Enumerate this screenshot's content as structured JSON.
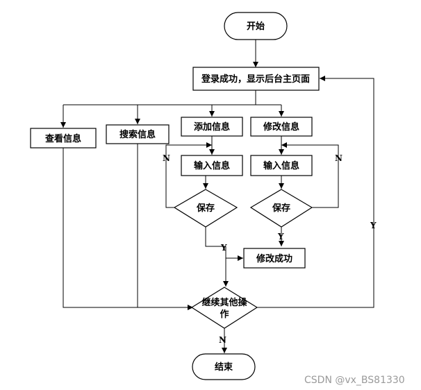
{
  "diagram": {
    "nodes": {
      "start": "开始",
      "login": "登录成功，显示后台主页面",
      "view": "查看信息",
      "search": "搜索信息",
      "add": "添加信息",
      "modify": "修改信息",
      "input_add": "输入信息",
      "input_modify": "输入信息",
      "save_add": "保存",
      "save_modify": "保存",
      "modify_success": "修改成功",
      "continue_line1": "继续其他操",
      "continue_line2": "作",
      "end": "结束"
    },
    "edge_labels": {
      "save_add_no": "N",
      "save_add_yes": "Y",
      "save_modify_no": "N",
      "save_modify_yes": "Y",
      "continue_yes": "Y",
      "continue_no": "N"
    }
  },
  "watermark": "CSDN @vx_BS81330"
}
